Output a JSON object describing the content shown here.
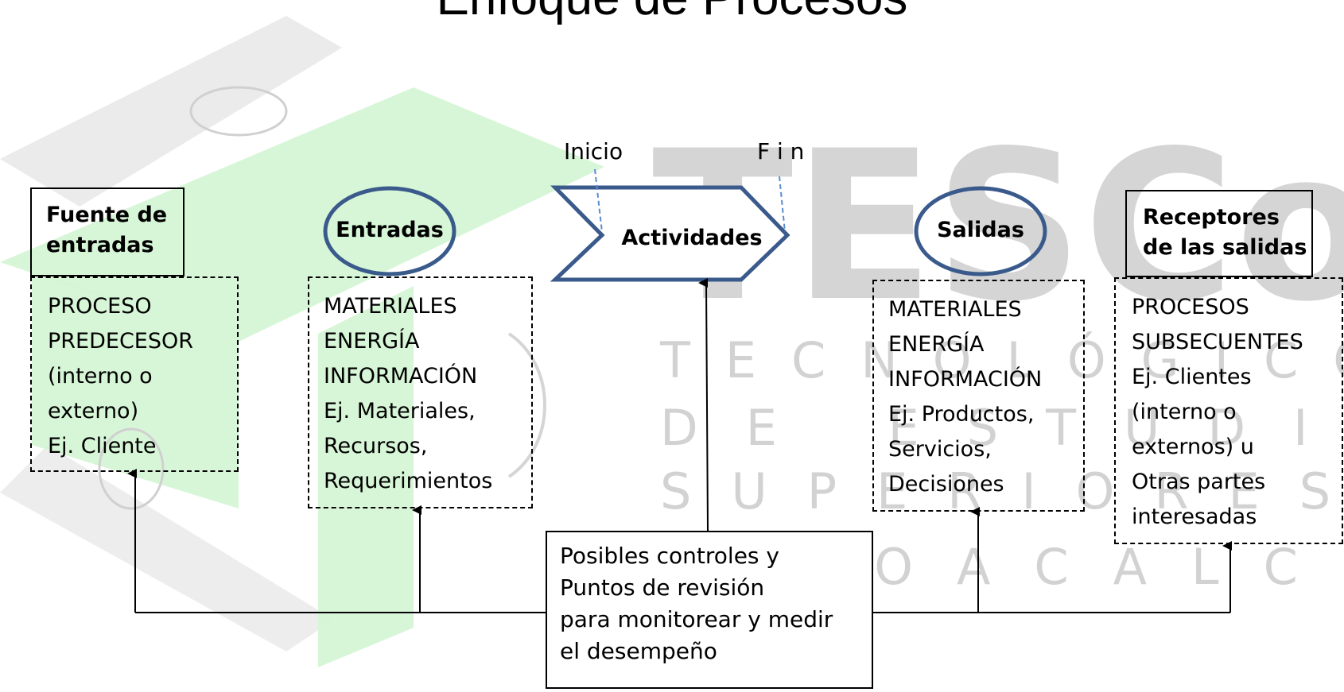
{
  "title": "Enfoque de Procesos",
  "watermark": {
    "letters": "TESCo",
    "words": [
      "TECNOLÓGICO",
      "DE ESTUDIOS",
      "SUPERIORES",
      "COACALCO"
    ]
  },
  "markers": {
    "inicio": "Inicio",
    "fin": "F i n"
  },
  "fuente": {
    "title_lines": [
      "Fuente de",
      "entradas"
    ],
    "items": [
      "PROCESO",
      "PREDECESOR",
      "(interno o",
      "externo)",
      "Ej. Cliente"
    ]
  },
  "entradas": {
    "title": "Entradas",
    "items": [
      "MATERIALES",
      "ENERGÍA",
      "INFORMACIÓN",
      "Ej. Materiales,",
      "Recursos,",
      "Requerimientos"
    ]
  },
  "actividades": {
    "title": "Actividades"
  },
  "salidas": {
    "title": "Salidas",
    "items": [
      "MATERIALES",
      "ENERGÍA",
      "INFORMACIÓN",
      "Ej. Productos,",
      "Servicios,",
      "Decisiones"
    ]
  },
  "receptores": {
    "title_lines": [
      "Receptores",
      "de las salidas"
    ],
    "items": [
      "PROCESOS",
      "SUBSECUENTES",
      "Ej. Clientes",
      "(interno o",
      "externos) u",
      "Otras partes",
      "interesadas"
    ]
  },
  "controles": {
    "lines": [
      "Posibles controles y",
      "Puntos de revisión",
      "para monitorear y medir",
      "el desempeño"
    ]
  },
  "colors": {
    "shape_blue": "#3a5a8c",
    "watermark_green": "#cdf4cd",
    "watermark_gray": "#bdbdbd"
  }
}
